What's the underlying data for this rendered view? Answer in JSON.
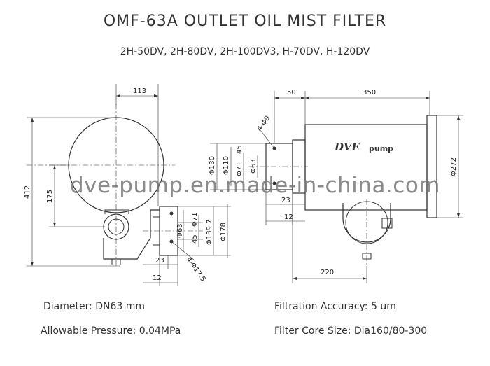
{
  "header": {
    "title": "OMF-63A OUTLET OIL MIST FILTER",
    "models": "2H-50DV, 2H-80DV, 2H-100DV3, H-70DV, H-120DV"
  },
  "watermark": "dve-pump.en.made-in-china.com",
  "brand": {
    "main": "DVE",
    "sub": "pump"
  },
  "dimensions": {
    "d113": "113",
    "d50": "50",
    "d350": "350",
    "d412": "412",
    "d175": "175",
    "d4phi9": "4-Φ9",
    "d130": "Φ130",
    "d110": "Φ110",
    "d71": "Φ71",
    "d45a": "45",
    "d63a": "Φ63",
    "d23a": "23",
    "d12a": "12",
    "d272": "Φ272",
    "d220": "220",
    "d63b": "Φ63",
    "d45b": "45",
    "d71b": "Φ71",
    "d1397": "Φ139.7",
    "d178": "Φ178",
    "d23b": "23",
    "d12b": "12",
    "d4phi175": "4-Φ17.5"
  },
  "specs": {
    "diameter": "Diameter: DN63 mm",
    "pressure": "Allowable Pressure: 0.04MPa",
    "filtration": "Filtration Accuracy: 5 um",
    "core": "Filter Core Size: Dia160/80-300"
  }
}
